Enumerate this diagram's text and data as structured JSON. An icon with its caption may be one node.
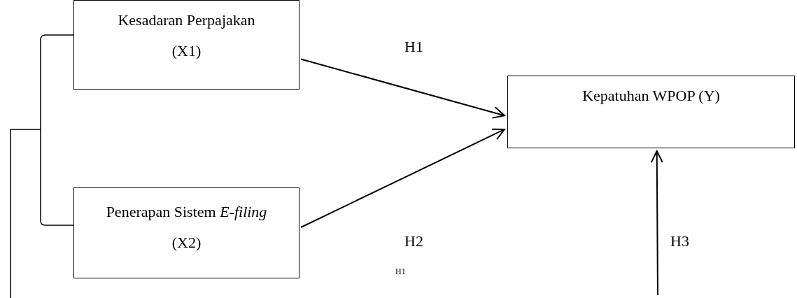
{
  "diagram": {
    "nodes": [
      {
        "text": [
          "Kesadaran Perpajakan (X1)"
        ]
      },
      {
        "text": [
          "Penerapan Sistem *E-filing* (X2)"
        ]
      },
      {
        "text": [
          "Kepatuhan WPOP (Y)"
        ]
      }
    ],
    "edges": [
      {
        "from": 0,
        "to": 2,
        "arrow": "to"
      },
      {
        "from": 1,
        "to": 2,
        "arrow": "to"
      },
      {
        "from": null,
        "to": 2,
        "arrow": "to"
      },
      {
        "from": 0,
        "to": 1,
        "arrow": "none"
      }
    ],
    "labels": [
      "H1",
      "H2",
      "H3",
      "H1"
    ]
  }
}
